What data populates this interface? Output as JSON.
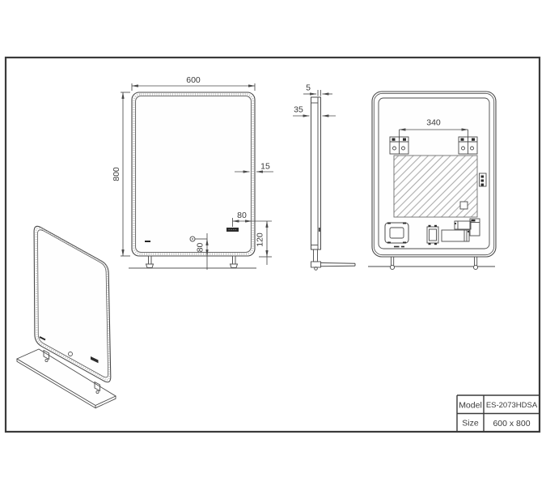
{
  "front_view": {
    "dim_width": "600",
    "dim_height": "800",
    "dim_frame_thickness": "15",
    "dim_display_to_edge": "80",
    "dim_button_to_bottom": "80",
    "dim_display_to_bottom": "120"
  },
  "side_view": {
    "dim_glass_thickness": "5",
    "dim_depth": "35"
  },
  "back_view": {
    "dim_bracket_spacing": "340"
  },
  "title_block": {
    "model_label": "Model",
    "model_value": "ES-2073HDSA",
    "size_label": "Size",
    "size_value": "600 x 800"
  },
  "colors": {
    "line": "#4a4a4a",
    "hatch": "#9b9b9b",
    "fill_dark": "#2b2b2b",
    "background": "#ffffff"
  }
}
